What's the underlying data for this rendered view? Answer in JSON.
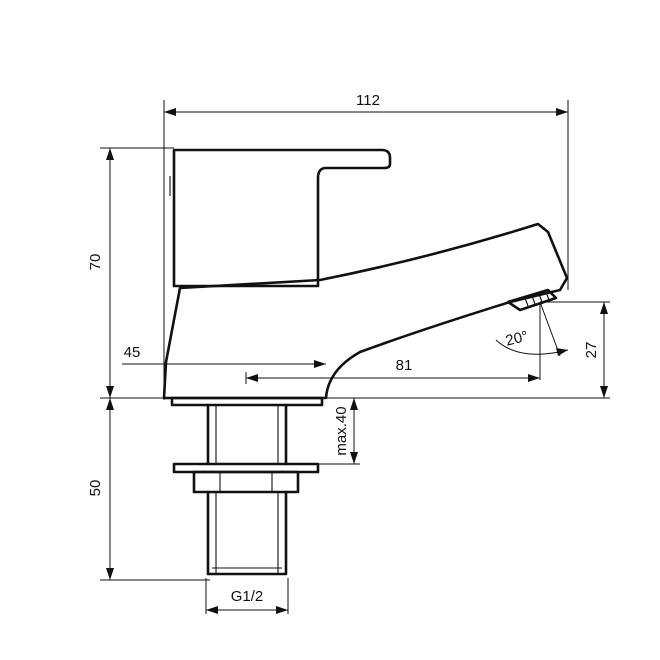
{
  "dimensions": {
    "overall_width": "112",
    "height_above_deck": "70",
    "height_below_deck": "50",
    "handle_offset": "45",
    "spout_reach": "81",
    "outlet_height": "27",
    "outlet_angle": "20°",
    "max_deck_thickness": "max.40",
    "thread_size": "G1/2"
  }
}
